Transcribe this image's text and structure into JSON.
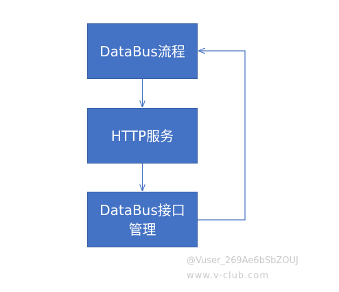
{
  "nodes": [
    {
      "id": "databus-flow",
      "lines": [
        "DataBus流程"
      ]
    },
    {
      "id": "http-service",
      "lines": [
        "HTTP服务"
      ]
    },
    {
      "id": "databus-api-mgmt",
      "lines": [
        "DataBus接口",
        "管理"
      ]
    }
  ],
  "edges": [
    {
      "from": "databus-flow",
      "to": "http-service"
    },
    {
      "from": "http-service",
      "to": "databus-api-mgmt"
    },
    {
      "from": "databus-api-mgmt",
      "to": "databus-flow"
    }
  ],
  "watermark": {
    "user": "@Vuser_269Ae6bSbZOUJ",
    "site": "www.v-club.com"
  },
  "colors": {
    "node_fill": "#4472C4",
    "node_border": "#3A5FA0",
    "node_text": "#FFFFFF",
    "connector": "#4472C4",
    "watermark": "#C9C9C9"
  }
}
